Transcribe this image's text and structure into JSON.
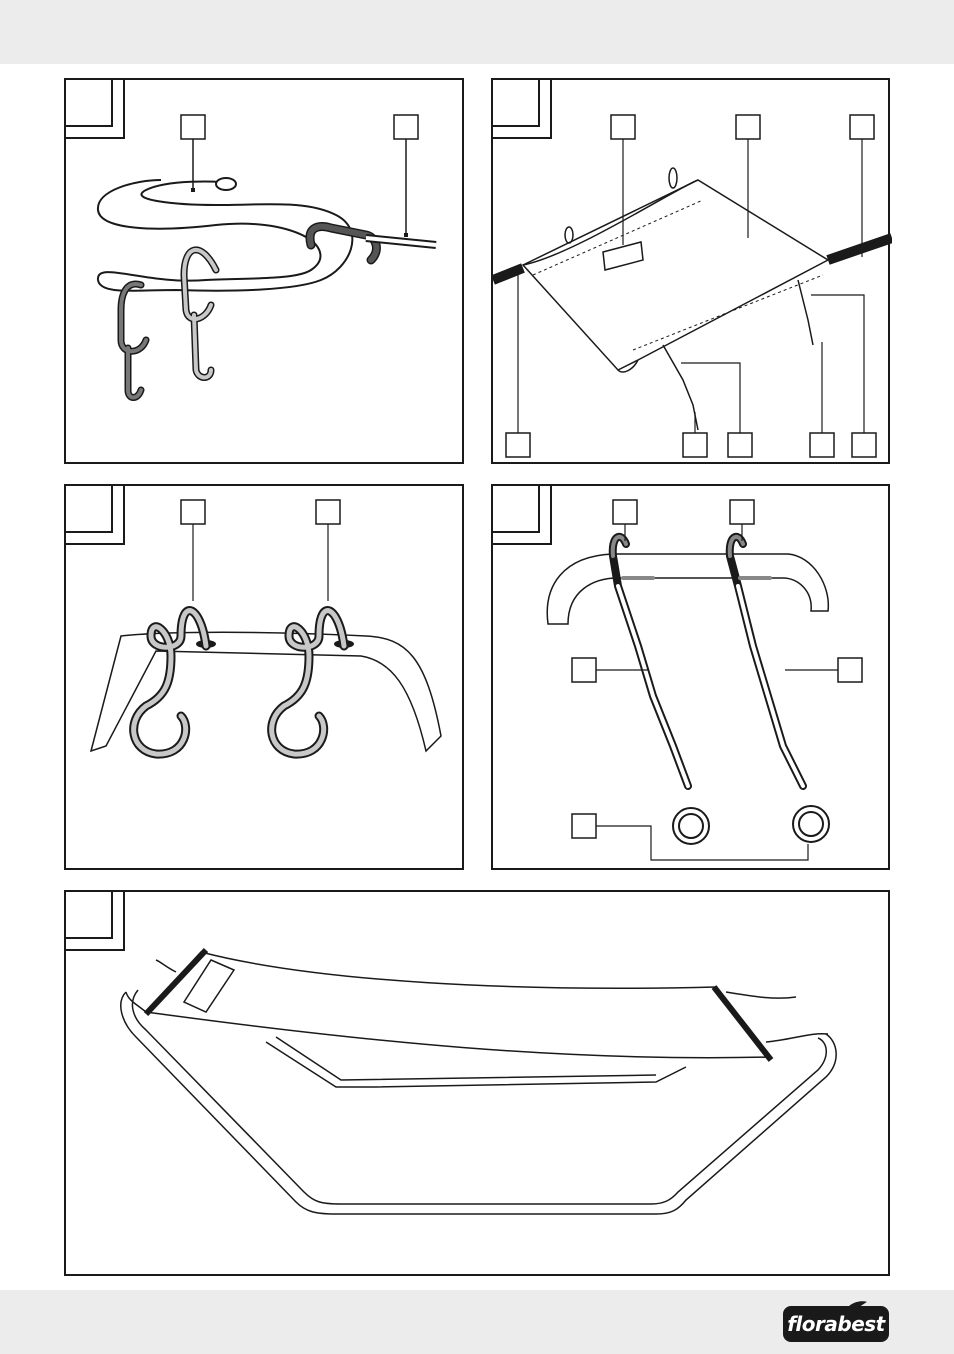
{
  "brand": {
    "logo_text": "florabest"
  },
  "colors": {
    "ink": "#1a1a1a",
    "dark_link": "#5a5a5a",
    "light_link": "#c8c8c8",
    "band": "#ececec"
  },
  "figures": [
    {
      "id": "figure-1",
      "tab": "",
      "callouts": [
        "",
        ""
      ]
    },
    {
      "id": "figure-2",
      "tab": "",
      "callouts": [
        "",
        "",
        "",
        "",
        "",
        "",
        "",
        "",
        ""
      ]
    },
    {
      "id": "figure-3",
      "tab": "",
      "callouts": [
        "",
        ""
      ]
    },
    {
      "id": "figure-4",
      "tab": "",
      "callouts": [
        "",
        "",
        "",
        "",
        ""
      ]
    },
    {
      "id": "figure-5",
      "tab": "",
      "callouts": []
    }
  ]
}
